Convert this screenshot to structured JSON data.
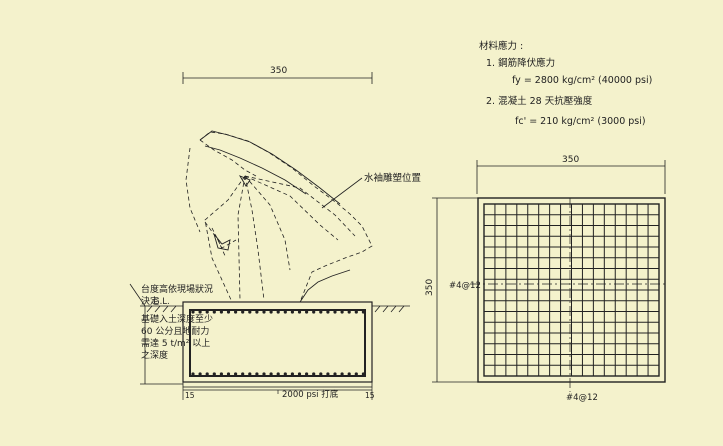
{
  "materials": {
    "heading": "材料應力 :",
    "item1_label": "1. 鋼筋降伏應力",
    "item1_value": "fy = 2800 kg/cm² (40000 psi)",
    "item2_label": "2. 混凝土 28 天抗壓強度",
    "item2_value": "fc' = 210 kg/cm² (3000 psi)"
  },
  "section": {
    "width_dim": "350",
    "sculpture_label": "水袖雕塑位置",
    "gl_label": "G.L.",
    "note_top": [
      "台度高依現場狀況",
      "決定"
    ],
    "note_bottom": [
      "基礎入土深度至少",
      "60 公分且地耐力",
      "需達 5 t/m² 以上",
      "之深度"
    ],
    "base_label": "2000 psi 打底",
    "left_small": "15",
    "right_small": "15"
  },
  "plan": {
    "width_dim": "350",
    "height_dim": "350",
    "rebar_horizontal": "#4@12",
    "rebar_vertical": "#4@12"
  },
  "colors": {
    "background": "#f4f2cc",
    "ink": "#222222"
  }
}
